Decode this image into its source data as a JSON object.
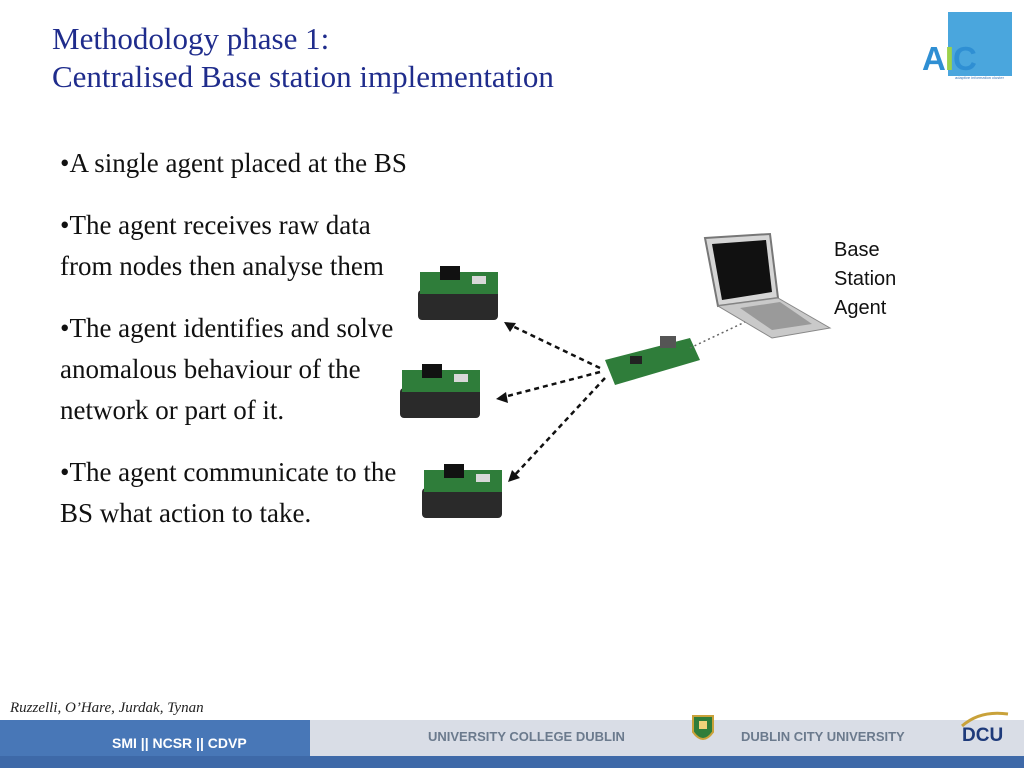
{
  "slide": {
    "title_line1": "Methodology phase 1:",
    "title_line2": "Centralised Base station implementation"
  },
  "logo": {
    "text_a": "A",
    "text_dot": "I",
    "text_c": "C",
    "subtitle": "adaptive information cluster"
  },
  "bullets": [
    "•A single agent placed at the BS",
    "•The agent receives raw data from nodes then analyse them",
    "•The agent identifies and solve anomalous behaviour of the network or part of it.",
    "•The agent communicate to the BS what action to take."
  ],
  "diagram": {
    "label_line1": "Base",
    "label_line2": "Station",
    "label_line3": "Agent"
  },
  "credit": "Ruzzelli, O’Hare, Jurdak, Tynan",
  "footer": {
    "left": "SMI  ||  NCSR  ||  CDVP",
    "ucd": "UNIVERSITY COLLEGE DUBLIN",
    "dcu_full": "DUBLIN CITY UNIVERSITY",
    "dcu_logo": "DCU"
  },
  "colors": {
    "title": "#1f2c8c",
    "footer_blue": "#4877b7",
    "footer_grey": "#d9dde6",
    "logo_blue": "#4aa6dd"
  }
}
